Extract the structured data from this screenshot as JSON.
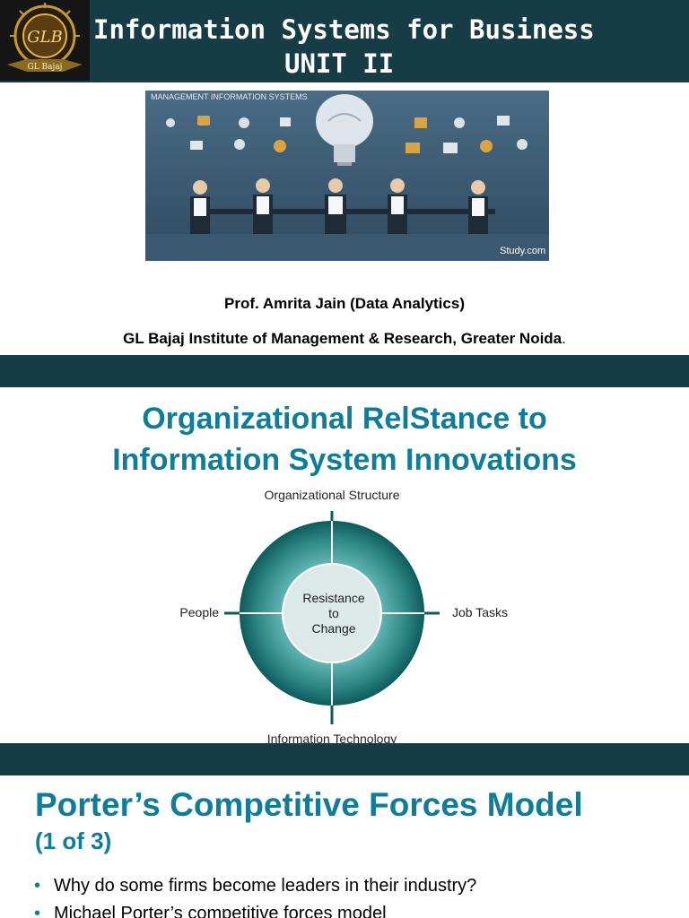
{
  "slide1": {
    "title_line1": "Information Systems for Business",
    "title_line2": "UNIT II",
    "logo": {
      "monogram": "GLB",
      "caption": "GL Bajaj"
    },
    "image": {
      "banner_text": "MANAGEMENT INFORMATION SYSTEMS",
      "watermark": "Study.com"
    },
    "author": "Prof. Amrita Jain (Data Analytics)",
    "institute": "GL Bajaj Institute of Management & Research, Greater Noida",
    "institute_tail": "."
  },
  "slide2": {
    "title_line1": "Organizational RelStance to",
    "title_line2": "Information System Innovations",
    "diagram": {
      "center": [
        "Resistance",
        "to",
        "Change"
      ],
      "top": "Organizational Structure",
      "left": "People",
      "right": "Job Tasks",
      "bottom": "Information Technology"
    }
  },
  "slide3": {
    "title": "Porter’s Competitive Forces Model",
    "subtitle": "(1 of 3)",
    "bullets": [
      "Why do some firms become leaders in their industry?",
      "Michael Porter’s competitive forces model"
    ]
  },
  "colors": {
    "band": "#163c46",
    "accent": "#0e7d99",
    "ring_dark": "#0d5c5c",
    "ring_light": "#3e9a98"
  }
}
